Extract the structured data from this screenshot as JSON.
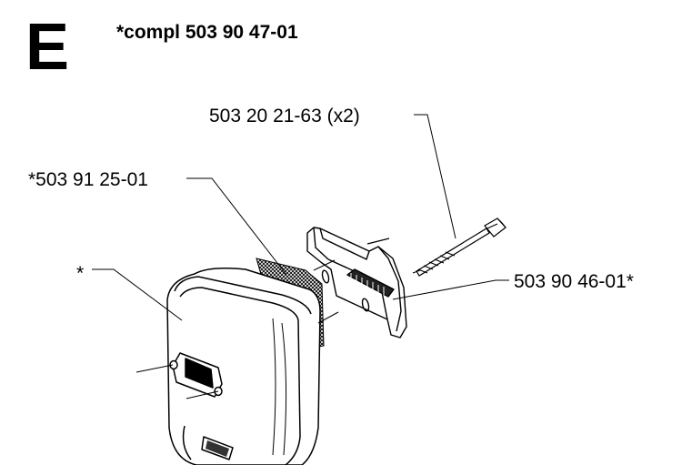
{
  "header": {
    "section_letter": "E",
    "assembly_label": "*compl 503 90 47-01"
  },
  "parts": {
    "bolt": "503 20 21-63 (x2)",
    "filter_mesh": "*503 91 25-01",
    "cover": "*",
    "spark_arrestor_plate": "503 90 46-01*"
  },
  "colors": {
    "ink": "#000000",
    "paper": "#ffffff"
  }
}
